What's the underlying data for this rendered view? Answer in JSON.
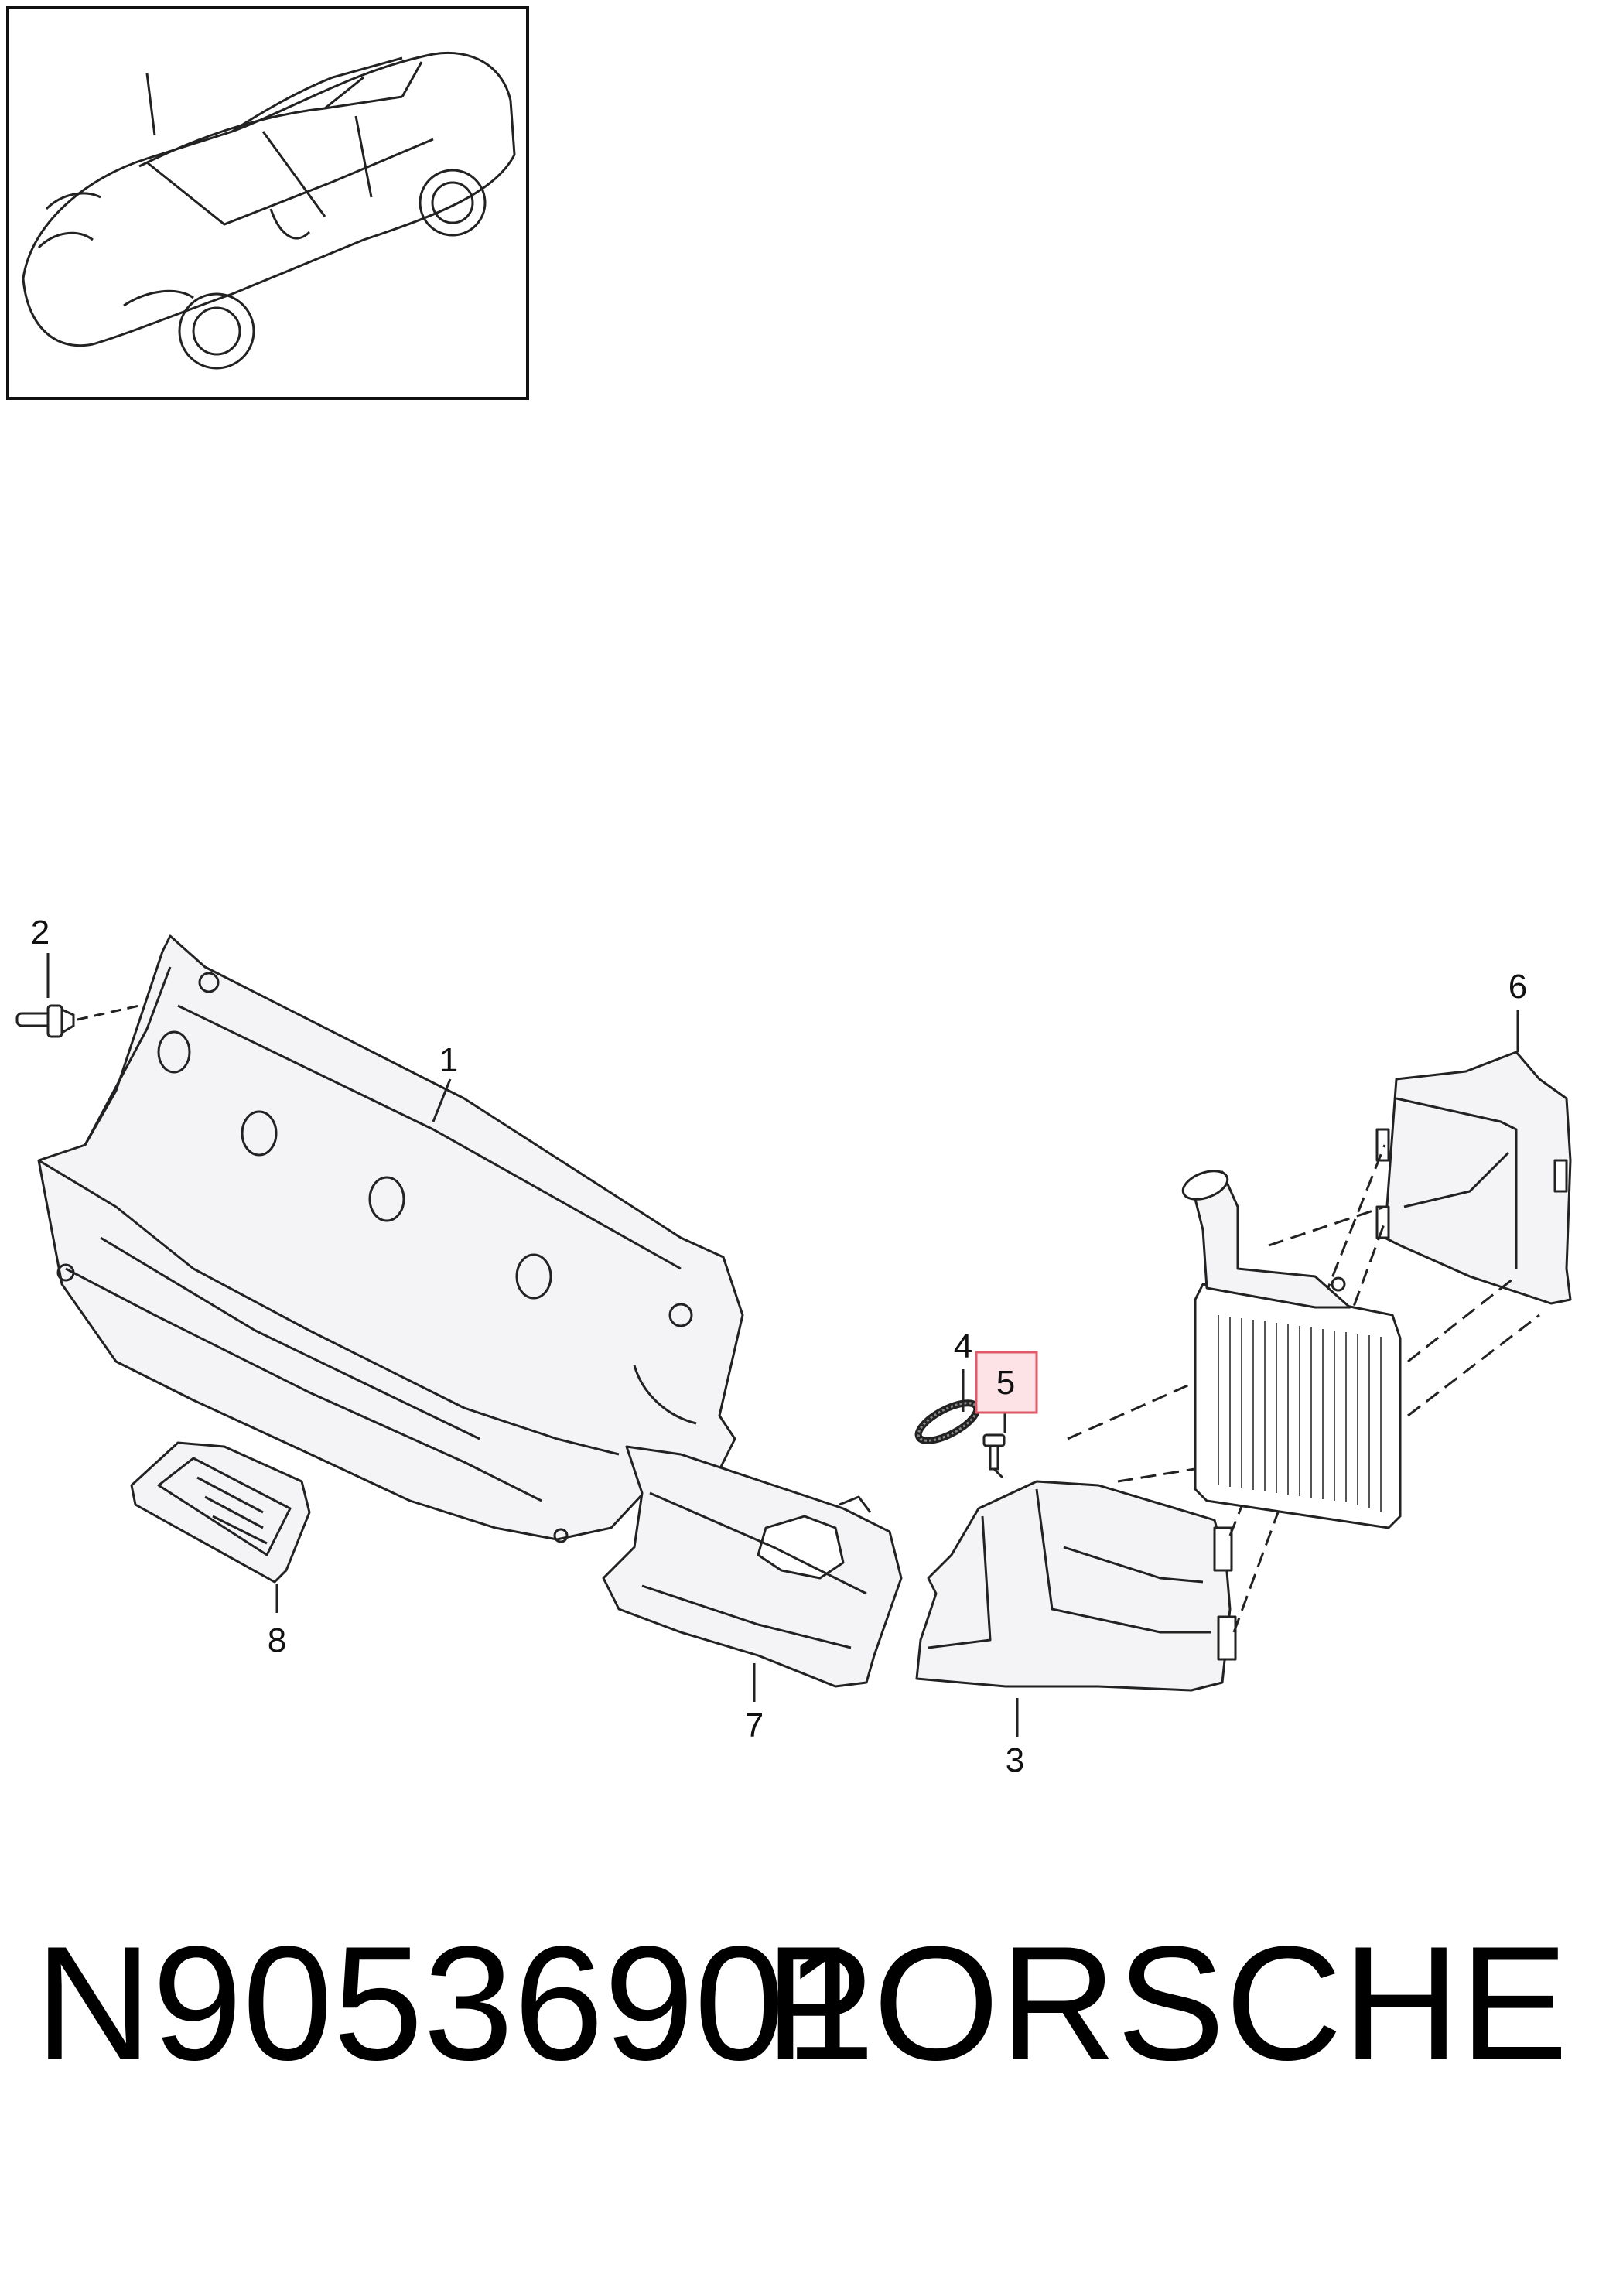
{
  "diagram": {
    "callouts": [
      {
        "id": "1",
        "label": "1"
      },
      {
        "id": "2",
        "label": "2"
      },
      {
        "id": "3",
        "label": "3"
      },
      {
        "id": "4",
        "label": "4"
      },
      {
        "id": "5",
        "label": "5",
        "highlighted": true
      },
      {
        "id": "6",
        "label": "6"
      },
      {
        "id": "7",
        "label": "7"
      },
      {
        "id": "8",
        "label": "8"
      }
    ],
    "highlight_color": "#e05a6a",
    "highlight_fill": "#fde3e6"
  },
  "caption": {
    "part_number": "N90536901",
    "brand": "PORSCHE"
  }
}
